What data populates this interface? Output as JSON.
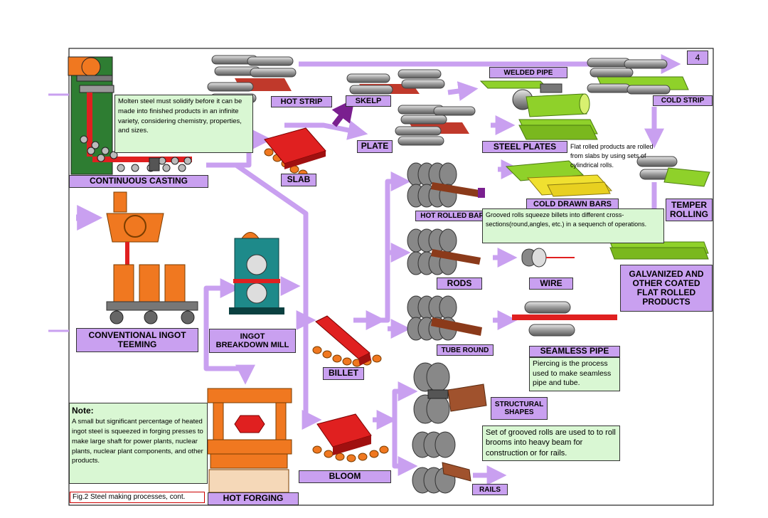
{
  "page_number": "4",
  "figure_caption": "Fig.2 Steel making processes, cont.",
  "labels": {
    "continuous_casting": "CONTINUOUS CASTING",
    "hot_strip": "HOT STRIP",
    "skelp": "SKELP",
    "plate": "PLATE",
    "slab": "SLAB",
    "welded_pipe": "WELDED PIPE",
    "cold_strip": "COLD STRIP",
    "steel_plates": "STEEL PLATES",
    "cold_drawn_bars": "COLD DRAWN BARS",
    "temper_rolling": "TEMPER ROLLING",
    "hot_rolled_bar": "HOT ROLLED BAR",
    "rods": "RODS",
    "wire": "WIRE",
    "galvanized": "GALVANIZED AND OTHER COATED FLAT ROLLED PRODUCTS",
    "conventional_ingot": "CONVENTIONAL INGOT TEEMING",
    "ingot_breakdown": "INGOT BREAKDOWN MILL",
    "billet": "BILLET",
    "tube_round": "TUBE ROUND",
    "seamless_pipe": "SEAMLESS PIPE",
    "structural_shapes": "STRUCTURAL SHAPES",
    "bloom": "BLOOM",
    "rails": "RAILS",
    "hot_forging": "HOT FORGING"
  },
  "notes": {
    "molten_steel": "Molten steel must solidify before it can be made into finished products in an infinite variety, considering chemistry, properties, and sizes.",
    "flat_rolled": "Flat rolled products are rolled from slabs by using sets of cylindrical rolls.",
    "grooved_rolls": "Grooved rolls squeeze billets into different cross-sections(round,angles, etc.) in a sequench of operations.",
    "piercing": "Piercing is the process used to make seamless pipe and tube.",
    "grooved_beams": "Set of grooved rolls are used to to roll brooms into heavy beam for construction or for rails.",
    "note_title": "Note:",
    "note_body": "A small but significant percentage of heated ingot steel is squeezed in forging presses to make large shaft for power plants, nuclear plants, nuclear plant components, and other products."
  },
  "colors": {
    "arrow": "#c9a0f0",
    "label_bg": "#c9a0f0",
    "note_bg": "#d9f7d3",
    "steel_red": "#e02020",
    "orange": "#f07820",
    "green_sheet": "#8fd12a",
    "roll_gray": "#9a9a9a",
    "teal": "#1e8a8a"
  }
}
